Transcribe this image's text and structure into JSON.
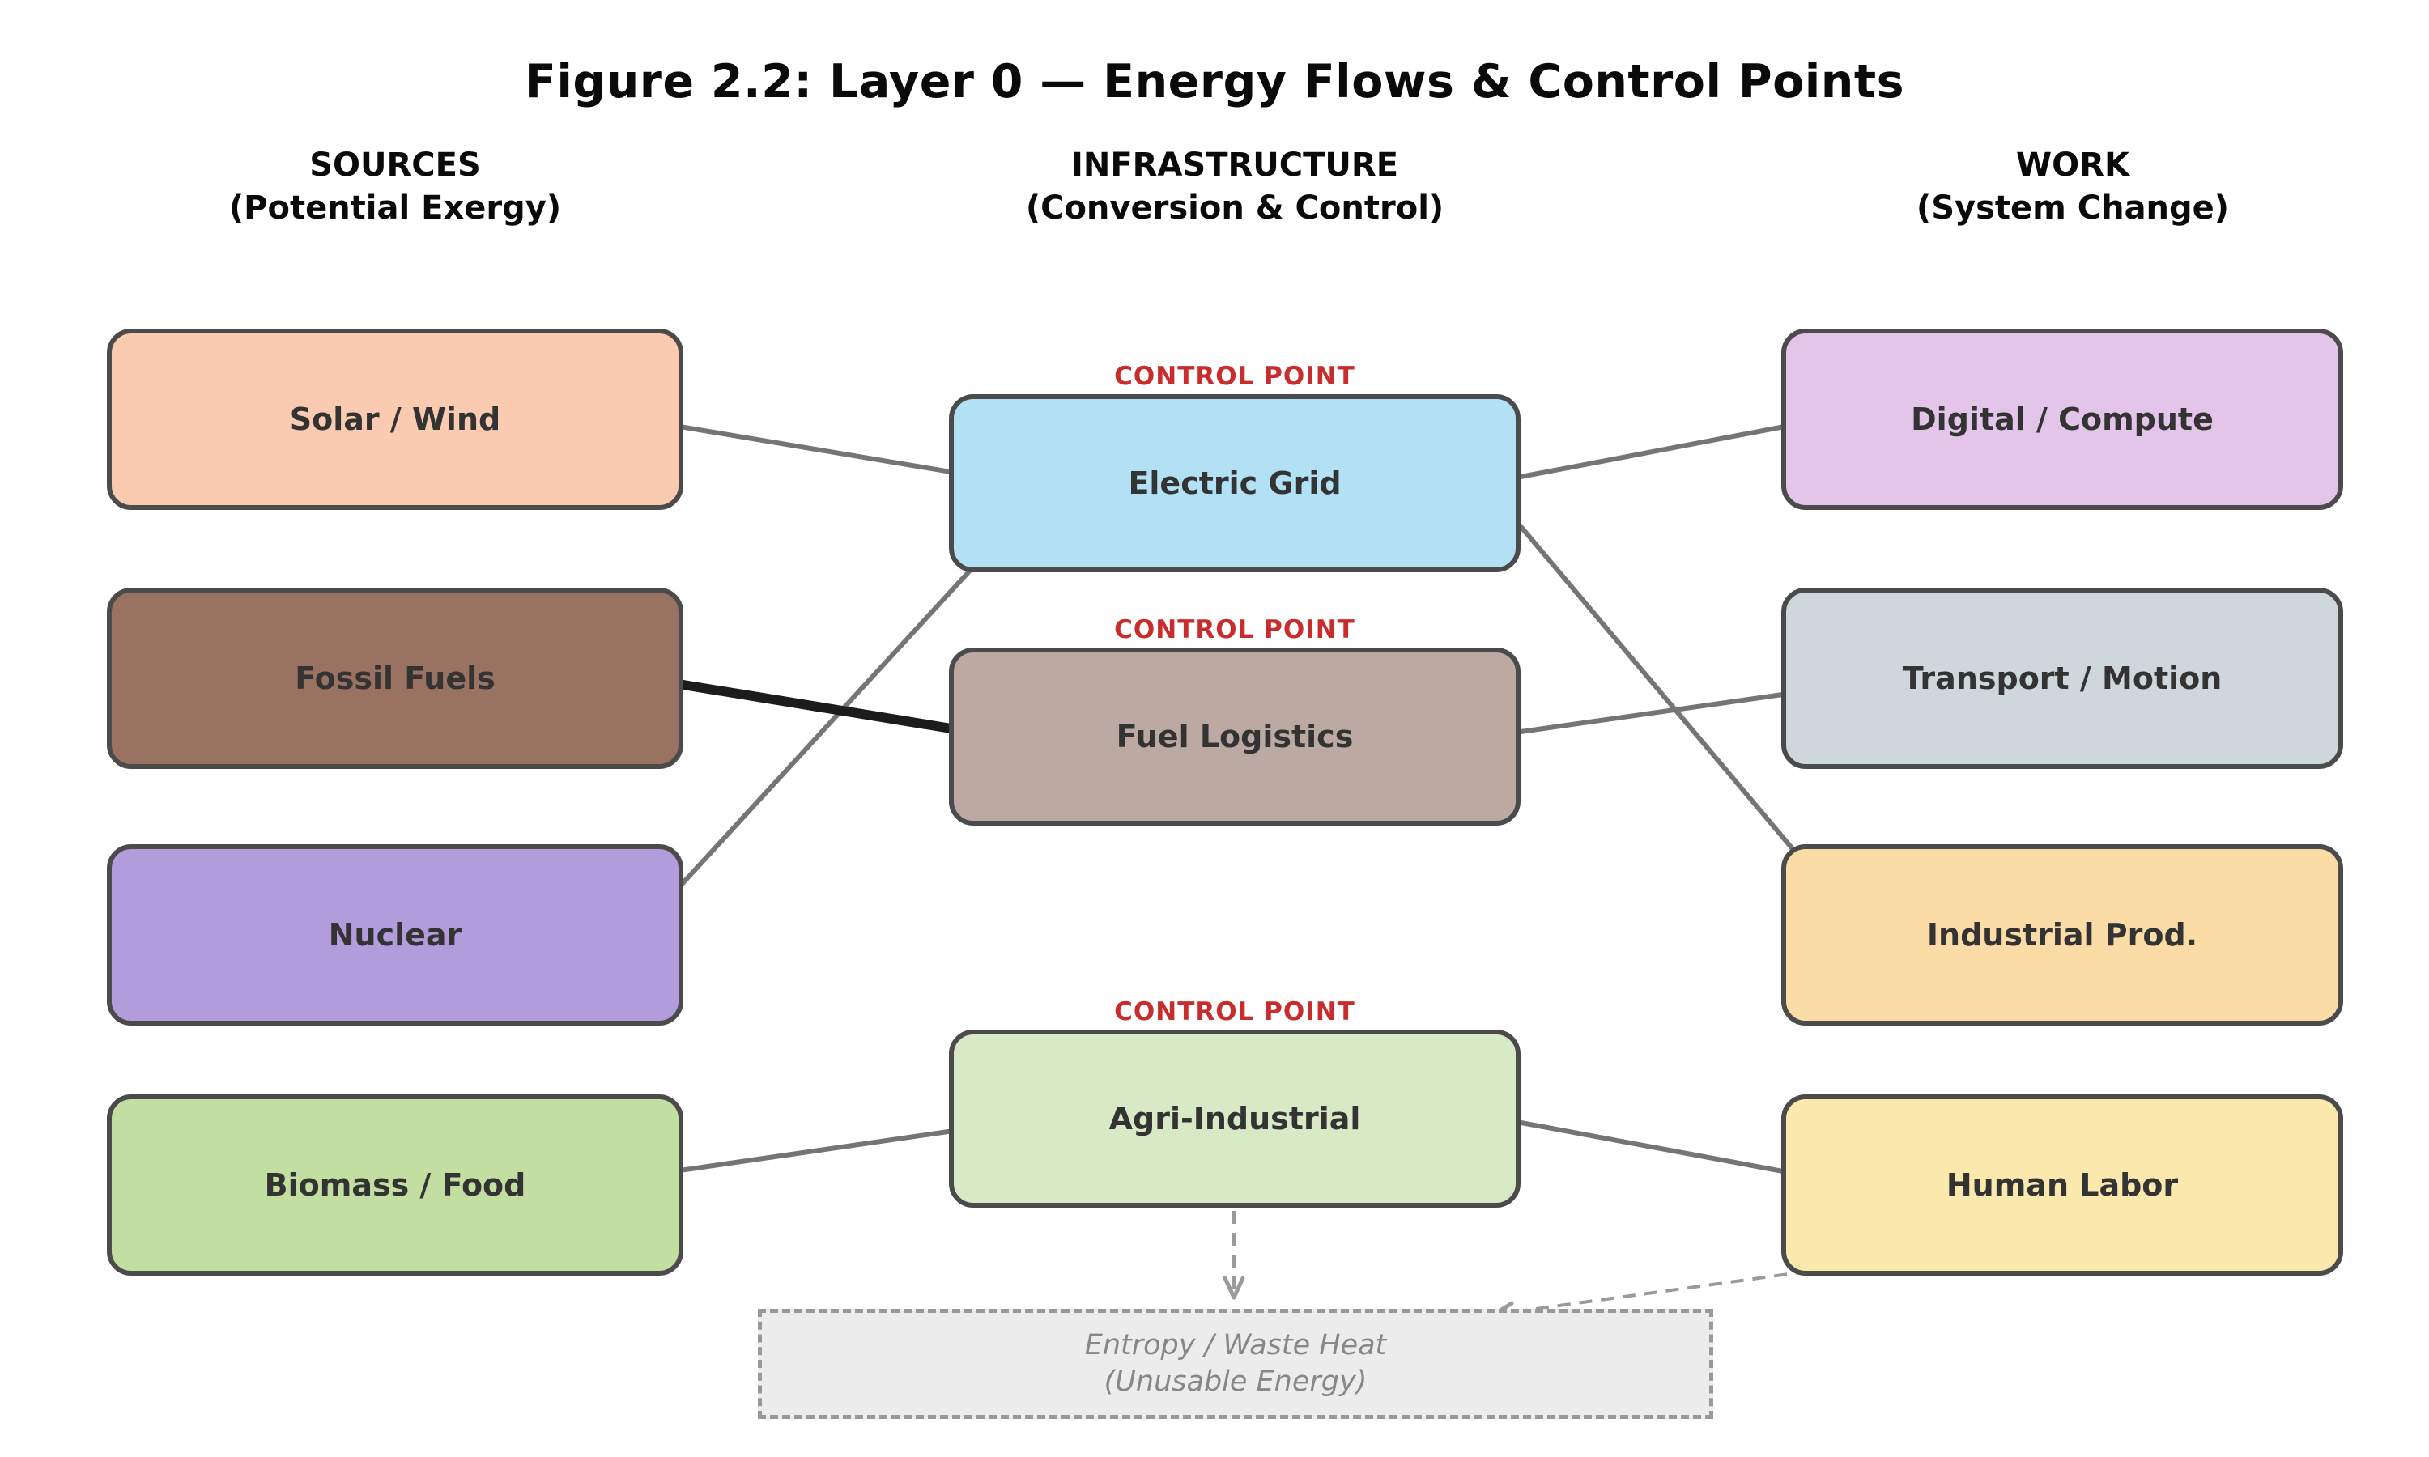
{
  "title": "Figure 2.2: Layer 0 — Energy Flows & Control Points",
  "columns": {
    "sources": {
      "line1": "SOURCES",
      "line2": "(Potential Exergy)"
    },
    "infrastructure": {
      "line1": "INFRASTRUCTURE",
      "line2": "(Conversion & Control)"
    },
    "work": {
      "line1": "WORK",
      "line2": "(System Change)"
    }
  },
  "control_point_label": "CONTROL POINT",
  "nodes": {
    "solar": {
      "label": "Solar / Wind",
      "fill": "#FBCBB1"
    },
    "fossil": {
      "label": "Fossil Fuels",
      "fill": "#9A7262"
    },
    "nuclear": {
      "label": "Nuclear",
      "fill": "#B39CDB"
    },
    "biomass": {
      "label": "Biomass / Food",
      "fill": "#C2DFA1"
    },
    "grid": {
      "label": "Electric Grid",
      "fill": "#B2E1F5"
    },
    "fuel": {
      "label": "Fuel Logistics",
      "fill": "#BCA9A1"
    },
    "agri": {
      "label": "Agri-Industrial",
      "fill": "#D7E9C5"
    },
    "digital": {
      "label": "Digital / Compute",
      "fill": "#E2C5E9"
    },
    "transport": {
      "label": "Transport / Motion",
      "fill": "#CED7DC"
    },
    "industrial": {
      "label": "Industrial Prod.",
      "fill": "#FBDCA6"
    },
    "human": {
      "label": "Human Labor",
      "fill": "#FAE8AC"
    }
  },
  "entropy": {
    "line1": "Entropy / Waste Heat",
    "line2": "(Unusable Energy)",
    "fill": "#ECECEC"
  },
  "colors": {
    "node_border": "#4b4b4b",
    "arrow_gray": "#757575",
    "arrow_black": "#1c1c1c",
    "arrow_dashed": "#9a9a9a",
    "control_point_red": "#c82d2d"
  },
  "flows": {
    "solar_to_grid": "Solar / Wind → Electric Grid",
    "fossil_to_fuel": "Fossil Fuels → Fuel Logistics (dominant flow)",
    "nuclear_to_grid": "Nuclear → Electric Grid",
    "biomass_to_agri": "Biomass / Food → Agri-Industrial",
    "grid_to_digital": "Electric Grid → Digital / Compute",
    "grid_to_industrial": "Electric Grid → Industrial Prod.",
    "fuel_to_transport": "Fuel Logistics → Transport / Motion",
    "agri_to_human": "Agri-Industrial → Human Labor",
    "agri_to_entropy": "Agri-Industrial → Entropy (waste)",
    "human_to_entropy": "Human Labor → Entropy (waste)"
  }
}
